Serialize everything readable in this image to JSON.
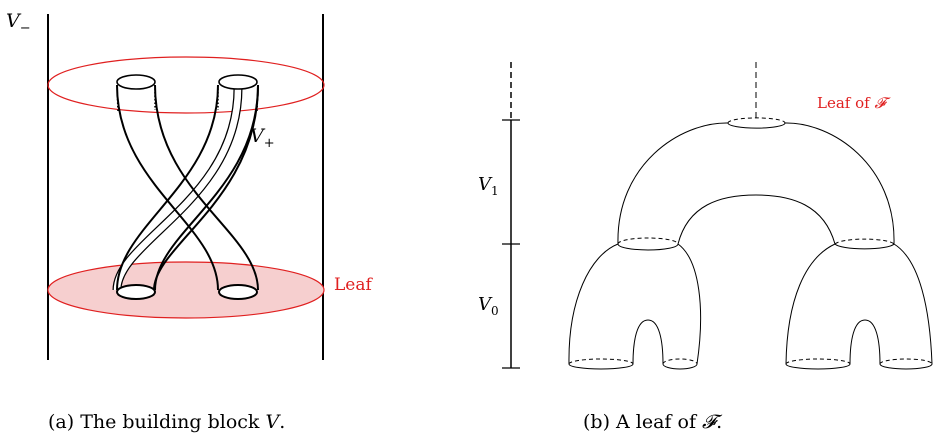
{
  "panel_a": {
    "label_v_minus": {
      "base": "V",
      "sub": "−"
    },
    "label_v_plus": {
      "base": "V",
      "sub": "+"
    },
    "label_leaf": "Leaf",
    "caption": {
      "prefix": "(a) The building block ",
      "math": "V",
      "suffix": "."
    }
  },
  "panel_b": {
    "label_v1": {
      "base": "V",
      "sub": "1"
    },
    "label_v0": {
      "base": "V",
      "sub": "0"
    },
    "label_leaf_of_f": {
      "prefix": "Leaf of ",
      "math": "𝓕"
    },
    "caption": {
      "prefix": "(b) A leaf of ",
      "math": "𝓕",
      "suffix": "."
    }
  },
  "colors": {
    "ink": "#000000",
    "leaf_red": "#e02020",
    "leaf_fill": "#f6cfcf"
  }
}
